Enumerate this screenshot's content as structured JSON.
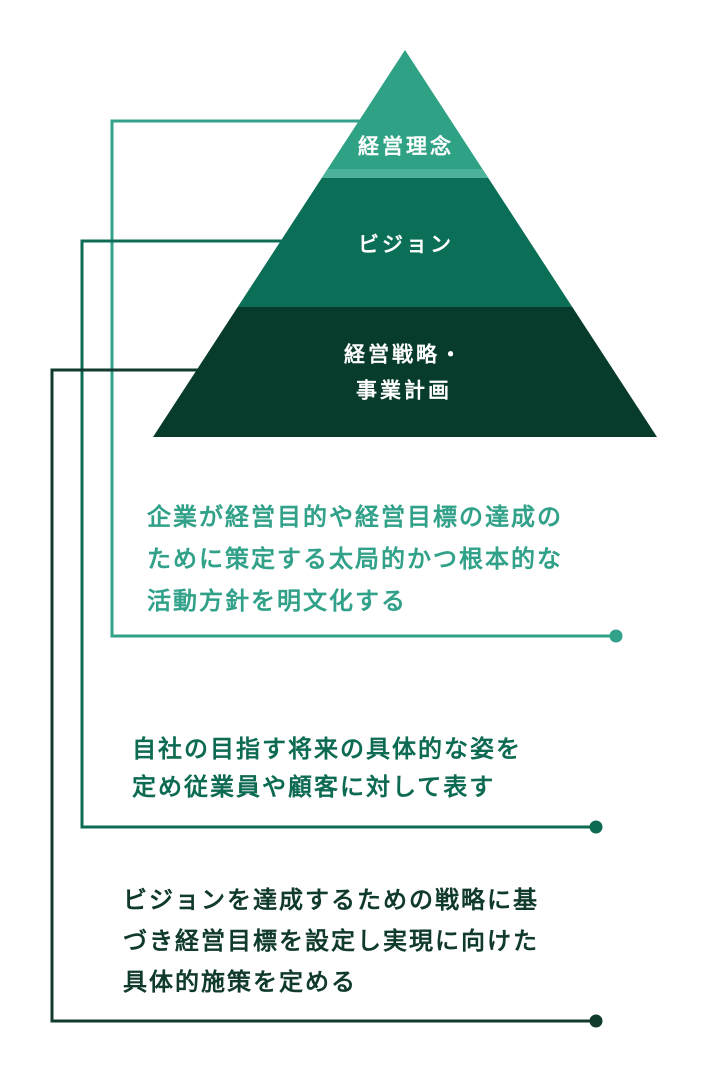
{
  "diagram": {
    "type": "pyramid",
    "pyramid": {
      "tiers": [
        {
          "label": "経営理念",
          "fill": "#2FA184",
          "highlight_fill": "#4CB39A",
          "text_color": "#FFFFFF"
        },
        {
          "label": "ビジョン",
          "fill": "#0B6E56",
          "text_color": "#FFFFFF"
        },
        {
          "label_lines": [
            "経営戦略・",
            "事業計画"
          ],
          "fill": "#073B2C",
          "text_color": "#FFFFFF"
        }
      ]
    },
    "annotations": [
      {
        "target": "経営理念",
        "color": "#31A189",
        "lines": [
          "企業が経営目的や経営目標の達成の",
          "ために策定する太局的かつ根本的な",
          "活動方針を明文化する"
        ]
      },
      {
        "target": "ビジョン",
        "color": "#0E6B53",
        "lines": [
          "自社の目指す将来の具体的な姿を",
          "定め従業員や顧客に対して表す"
        ]
      },
      {
        "target": "経営戦略・事業計画",
        "color": "#103A2C",
        "lines": [
          "ビジョンを達成するための戦略に基",
          "づき経営目標を設定し実現に向けた",
          "具体的施策を定める"
        ]
      }
    ]
  }
}
